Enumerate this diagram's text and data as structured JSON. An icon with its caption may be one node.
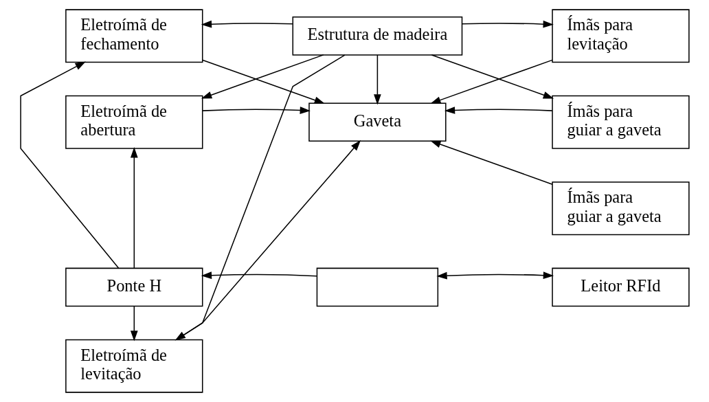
{
  "diagram": {
    "nodes": [
      {
        "text": [
          "Estrutura de madeira"
        ]
      },
      {
        "text": [
          "Eletroímã de fechamento"
        ]
      },
      {
        "text": [
          "Eletroímã de abertura"
        ]
      },
      {
        "text": [
          "Eletroímã de levitação"
        ]
      },
      {
        "text": [
          "Gaveta"
        ]
      },
      {
        "text": [
          "Ímãs para levitação"
        ]
      },
      {
        "text": [
          "Ímãs para guiar a gaveta"
        ]
      },
      {
        "text": [
          "Ímãs para guiar a gaveta"
        ]
      },
      {
        "text": [
          "Ponte H"
        ]
      },
      {
        "text": [],
        "shape": "box"
      },
      {
        "text": [
          "Leitor RFId"
        ]
      }
    ],
    "edges": [
      {
        "from": 0,
        "to": 4,
        "arrow": "to"
      },
      {
        "from": 0,
        "to": 1,
        "arrow": "to"
      },
      {
        "from": 0,
        "to": 2,
        "arrow": "to"
      },
      {
        "from": 0,
        "to": 3,
        "arrow": "to"
      },
      {
        "from": 0,
        "to": 5,
        "arrow": "to"
      },
      {
        "from": 0,
        "to": 6,
        "arrow": "to"
      },
      {
        "from": 1,
        "to": 4,
        "arrow": "to"
      },
      {
        "from": 2,
        "to": 4,
        "arrow": "to"
      },
      {
        "from": 3,
        "to": 4,
        "arrow": "to"
      },
      {
        "from": 5,
        "to": 4,
        "arrow": "to"
      },
      {
        "from": 6,
        "to": 4,
        "arrow": "to"
      },
      {
        "from": 7,
        "to": 4,
        "arrow": "to"
      },
      {
        "from": 8,
        "to": 3,
        "arrow": "to"
      },
      {
        "from": 8,
        "to": 1,
        "arrow": "to"
      },
      {
        "from": 8,
        "to": 2,
        "arrow": "to"
      },
      {
        "from": 9,
        "to": 8,
        "arrow": "to"
      },
      {
        "from": 9,
        "to": 10,
        "arrow": "both"
      }
    ]
  }
}
